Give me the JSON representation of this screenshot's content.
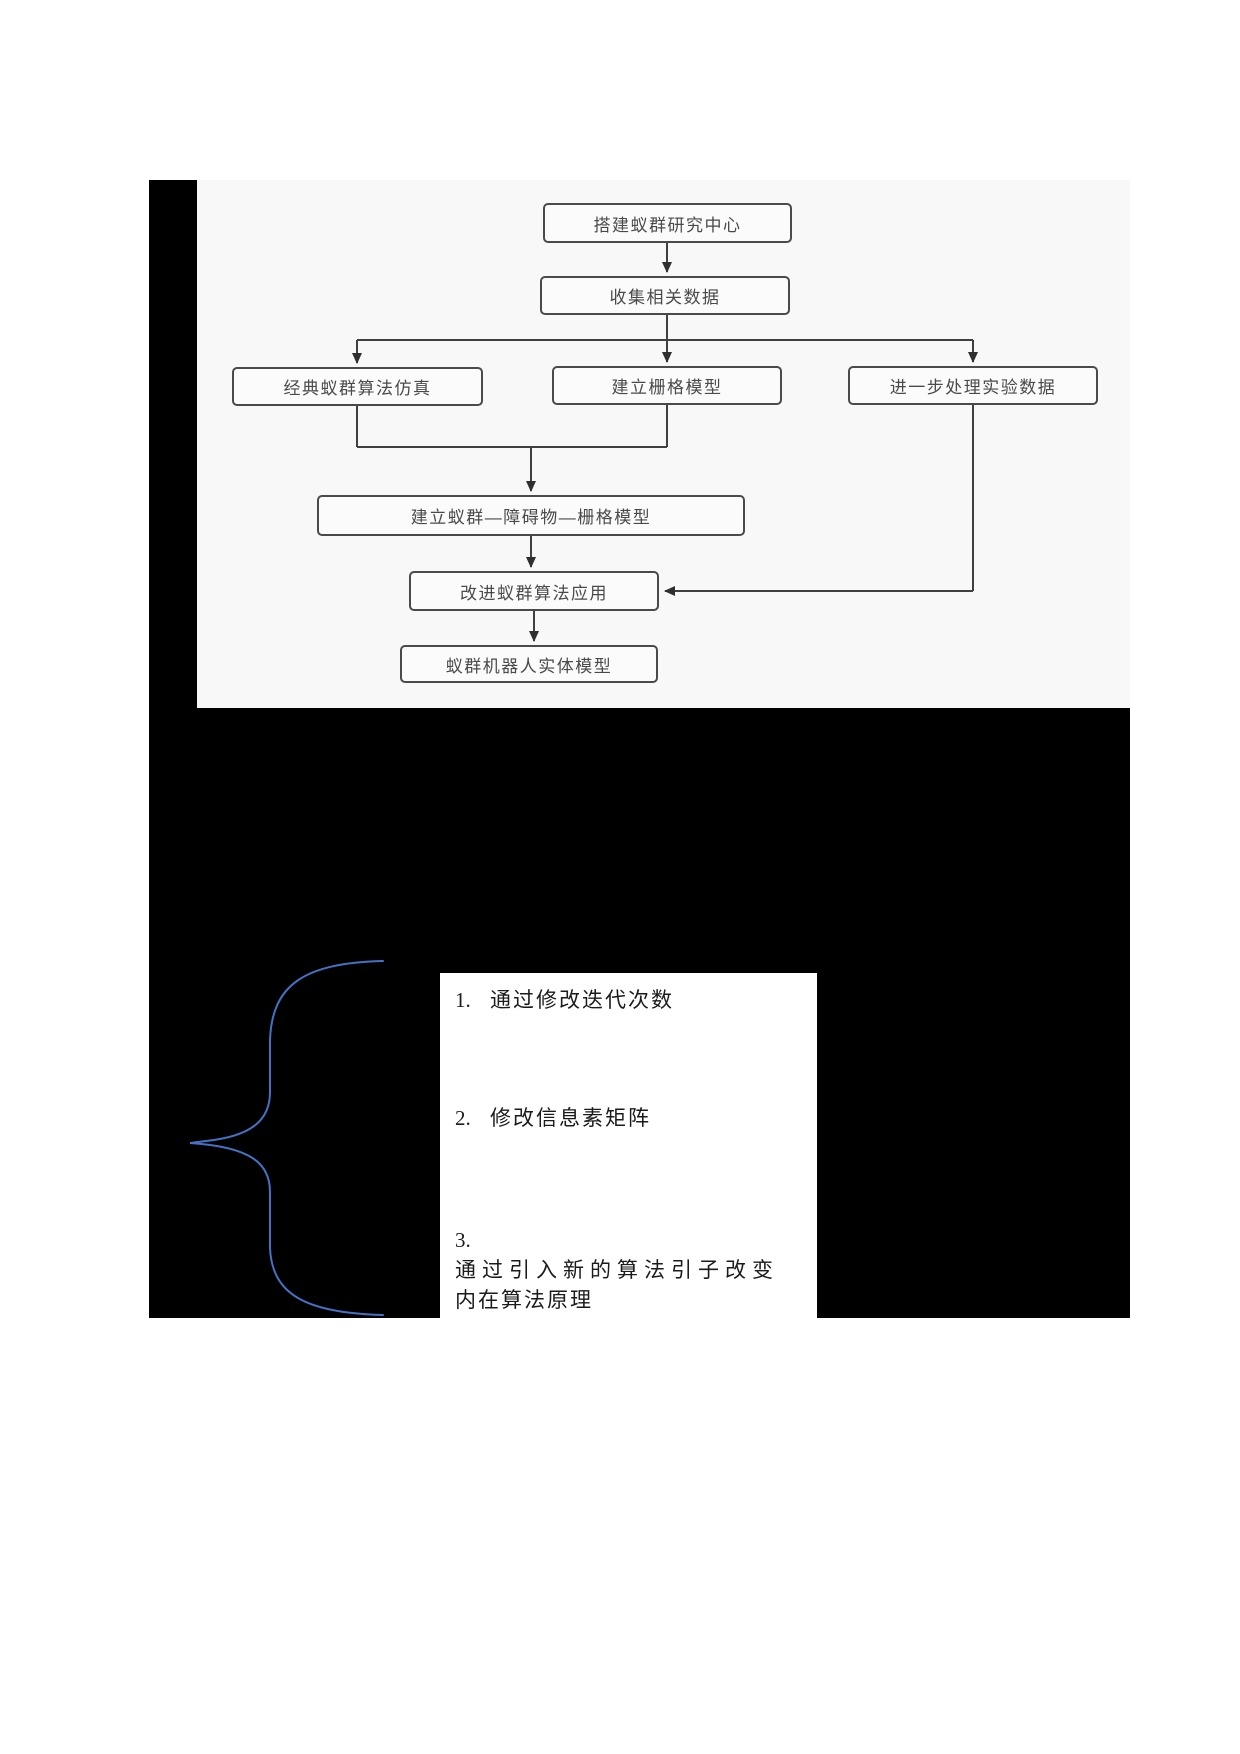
{
  "figure": {
    "black_bg": "#000000",
    "panel_bg": "#f8f8f9",
    "line_color": "#404040",
    "brace_color": "#4472c4"
  },
  "flowchart": {
    "nodes": [
      {
        "id": "build-research-center",
        "label": "搭建蚁群研究中心"
      },
      {
        "id": "collect-data",
        "label": "收集相关数据"
      },
      {
        "id": "classic-simulation",
        "label": "经典蚁群算法仿真"
      },
      {
        "id": "grid-model",
        "label": "建立栅格模型"
      },
      {
        "id": "process-experiment-data",
        "label": "进一步处理实验数据"
      },
      {
        "id": "colony-obstacle-grid-model",
        "label": "建立蚁群—障碍物—栅格模型"
      },
      {
        "id": "improved-algorithm-application",
        "label": "改进蚁群算法应用"
      },
      {
        "id": "robot-entity-model",
        "label": "蚁群机器人实体模型"
      }
    ]
  },
  "list": {
    "items": [
      {
        "number": "1.",
        "line1": "通过修改迭代次数",
        "line2": ""
      },
      {
        "number": "2.",
        "line1": "修改信息素矩阵",
        "line2": ""
      },
      {
        "number": "3.",
        "line1": "通过引入新的算法引子改变",
        "line2": "内在算法原理"
      }
    ]
  }
}
